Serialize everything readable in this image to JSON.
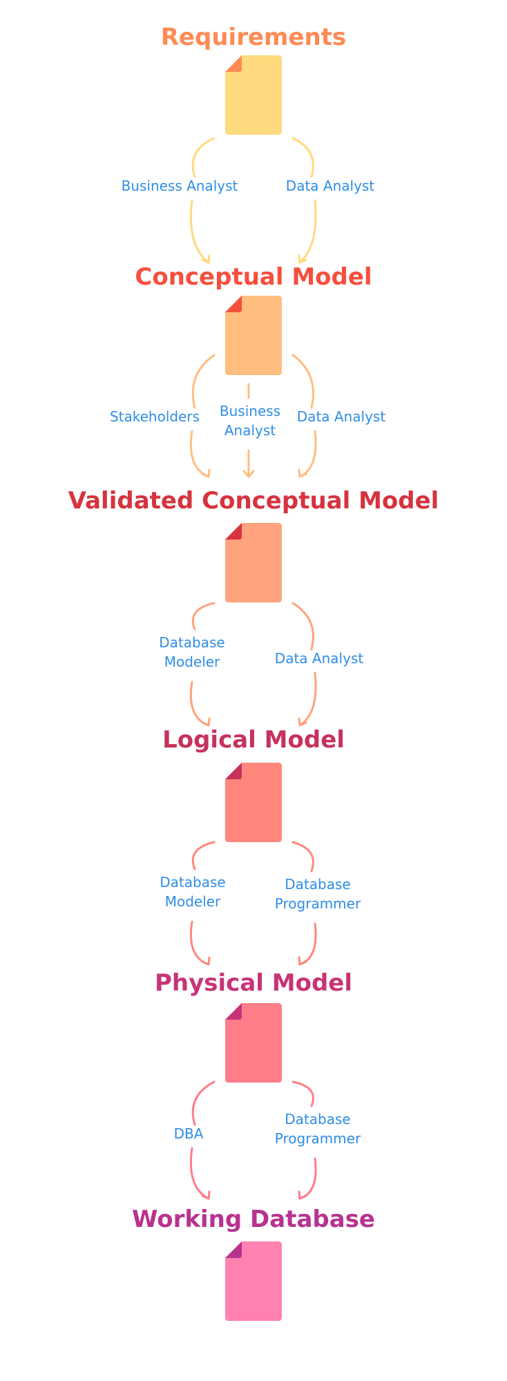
{
  "colors": {
    "label": "#2e8de6"
  },
  "stages": [
    {
      "title": "Requirements",
      "title_color": "#ff8a54",
      "doc_color": "#ffd97e",
      "fold_color": "#ff8a54"
    },
    {
      "title": "Conceptual Model",
      "title_color": "#f5503e",
      "doc_color": "#ffbe7e",
      "fold_color": "#f5503e"
    },
    {
      "title": "Validated Conceptual Model",
      "title_color": "#d6333f",
      "doc_color": "#ffa27e",
      "fold_color": "#d6333f"
    },
    {
      "title": "Logical Model",
      "title_color": "#c7315c",
      "doc_color": "#ff877b",
      "fold_color": "#c7315c"
    },
    {
      "title": "Physical Model",
      "title_color": "#c83378",
      "doc_color": "#ff7c89",
      "fold_color": "#c83378"
    },
    {
      "title": "Working Database",
      "title_color": "#b83290",
      "doc_color": "#ff82b0",
      "fold_color": "#b83290"
    }
  ],
  "transitions": [
    {
      "arrow_color": "#ffd97e",
      "roles": [
        {
          "lines": [
            "Business Analyst"
          ]
        },
        {
          "lines": [
            "Data Analyst"
          ]
        }
      ]
    },
    {
      "arrow_color": "#ffbe7e",
      "roles": [
        {
          "lines": [
            "Stakeholders"
          ]
        },
        {
          "lines": [
            "Business",
            "Analyst"
          ]
        },
        {
          "lines": [
            "Data Analyst"
          ]
        }
      ]
    },
    {
      "arrow_color": "#ffa27e",
      "roles": [
        {
          "lines": [
            "Database",
            "Modeler"
          ]
        },
        {
          "lines": [
            "Data Analyst"
          ]
        }
      ]
    },
    {
      "arrow_color": "#ff877b",
      "roles": [
        {
          "lines": [
            "Database",
            "Modeler"
          ]
        },
        {
          "lines": [
            "Database",
            "Programmer"
          ]
        }
      ]
    },
    {
      "arrow_color": "#ff7c89",
      "roles": [
        {
          "lines": [
            "DBA"
          ]
        },
        {
          "lines": [
            "Database",
            "Programmer"
          ]
        }
      ]
    }
  ]
}
